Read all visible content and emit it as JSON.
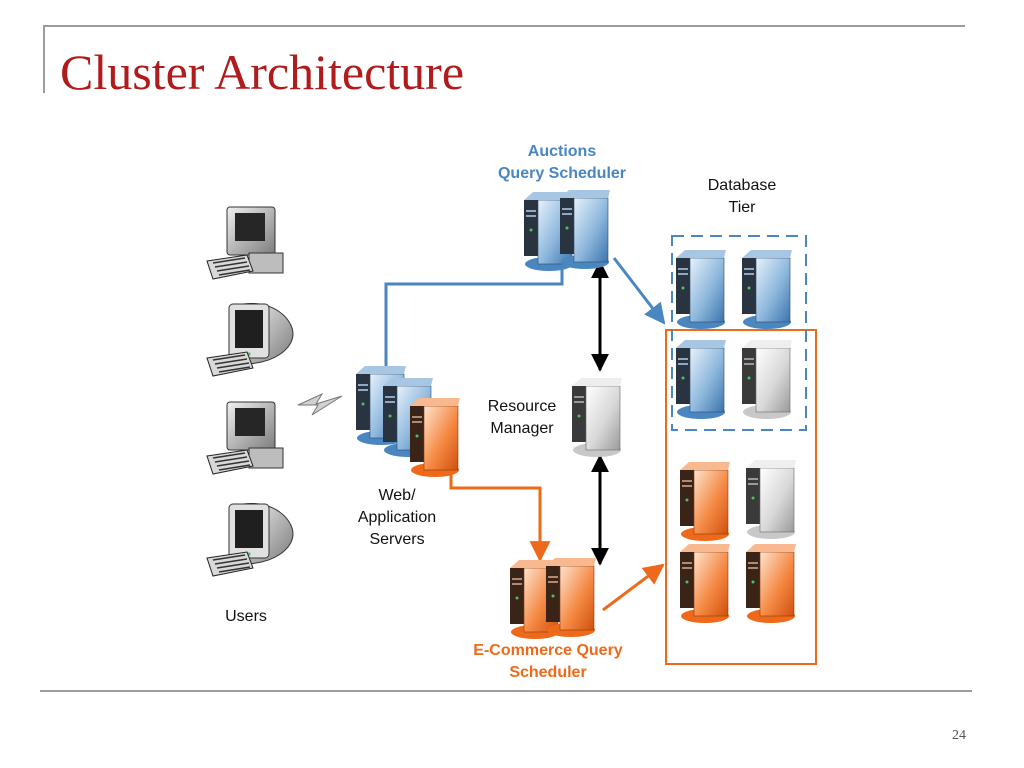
{
  "slide": {
    "title": "Cluster Architecture",
    "page_number": "24"
  },
  "labels": {
    "auctions_line1": "Auctions",
    "auctions_line2": "Query Scheduler",
    "database_line1": "Database",
    "database_line2": "Tier",
    "resource_line1": "Resource",
    "resource_line2": "Manager",
    "web_line1": "Web/",
    "web_line2": "Application",
    "web_line3": "Servers",
    "users": "Users",
    "ecommerce_line1": "E-Commerce Query",
    "ecommerce_line2": "Scheduler"
  },
  "colors": {
    "title": "#b01c1c",
    "auctions_blue": "#4a86c0",
    "ecommerce_orange": "#ee6a1a",
    "server_gray": "#c8c8c8",
    "rule": "#9c9c9c"
  },
  "icons": [
    "desktop-computer-icon",
    "crt-monitor-icon",
    "lightning-bolt-icon",
    "server-tower-icon"
  ]
}
